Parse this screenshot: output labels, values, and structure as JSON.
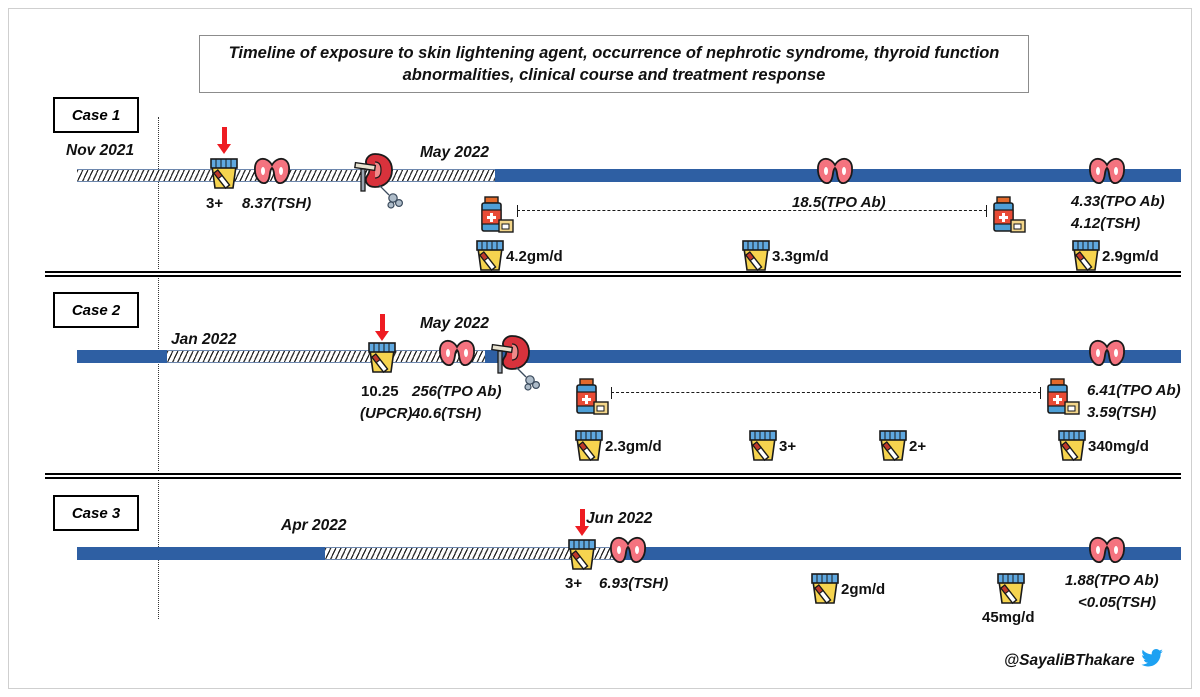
{
  "title": "Timeline of exposure to skin lightening agent, occurrence of nephrotic syndrome, thyroid function abnormalities, clinical course and treatment response",
  "credit": {
    "handle": "@SayaliBThakare",
    "icon": "twitter-bird-icon"
  },
  "colors": {
    "bar_solid": "#2e5fa3",
    "arrow_red": "#ee1c22",
    "thyroid_pink": "#f4737f",
    "kidney_red": "#d8323c",
    "cup_yellow": "#f6d44f",
    "twitter_blue": "#1da1f2"
  },
  "cases": [
    {
      "label": "Case 1",
      "dates": [
        {
          "text": "Nov 2021"
        },
        {
          "text": "May 2022"
        }
      ],
      "markers": [
        {
          "icon": "urine-cup-icon",
          "label": "3+"
        },
        {
          "icon": "thyroid-icon",
          "label": "8.37(TSH)"
        },
        {
          "icon": "kidney-biopsy-icon",
          "label": ""
        },
        {
          "icon": "medicine-bottle-icon",
          "label": ""
        },
        {
          "icon": "urine-cup-icon",
          "label": "4.2gm/d"
        },
        {
          "icon": "thyroid-icon",
          "label": "18.5(TPO Ab)"
        },
        {
          "icon": "urine-cup-icon",
          "label": "3.3gm/d"
        },
        {
          "icon": "medicine-bottle-icon",
          "label": ""
        },
        {
          "icon": "thyroid-icon",
          "label": "4.33(TPO Ab)"
        },
        {
          "icon": "thyroid-icon",
          "label": "4.12(TSH)"
        },
        {
          "icon": "urine-cup-icon",
          "label": "2.9gm/d"
        }
      ]
    },
    {
      "label": "Case 2",
      "dates": [
        {
          "text": "Jan 2022"
        },
        {
          "text": "May 2022"
        }
      ],
      "markers": [
        {
          "icon": "urine-cup-icon",
          "label": "10.25"
        },
        {
          "icon": "urine-cup-icon",
          "label": "(UPCR)"
        },
        {
          "icon": "thyroid-icon",
          "label": "256(TPO Ab)"
        },
        {
          "icon": "thyroid-icon",
          "label": "40.6(TSH)"
        },
        {
          "icon": "kidney-biopsy-icon",
          "label": ""
        },
        {
          "icon": "urine-cup-icon",
          "label": "2.3gm/d"
        },
        {
          "icon": "urine-cup-icon",
          "label": "3+"
        },
        {
          "icon": "urine-cup-icon",
          "label": "2+"
        },
        {
          "icon": "urine-cup-icon",
          "label": "340mg/d"
        },
        {
          "icon": "thyroid-icon",
          "label": "6.41(TPO Ab)"
        },
        {
          "icon": "thyroid-icon",
          "label": "3.59(TSH)"
        }
      ]
    },
    {
      "label": "Case 3",
      "dates": [
        {
          "text": "Apr 2022"
        },
        {
          "text": "Jun 2022"
        }
      ],
      "markers": [
        {
          "icon": "urine-cup-icon",
          "label": "3+"
        },
        {
          "icon": "thyroid-icon",
          "label": "6.93(TSH)"
        },
        {
          "icon": "urine-cup-icon",
          "label": "2gm/d"
        },
        {
          "icon": "urine-cup-icon",
          "label": "45mg/d"
        },
        {
          "icon": "thyroid-icon",
          "label": "1.88(TPO Ab)"
        },
        {
          "icon": "thyroid-icon",
          "label": "<0.05(TSH)"
        }
      ]
    }
  ],
  "case1": {
    "label": "Case 1",
    "date_start": "Nov 2021",
    "date_mid": "May 2022",
    "v_cup1": "3+",
    "v_tsh1": "8.37(TSH)",
    "v_cup2": "4.2gm/d",
    "v_tpo_mid": "18.5(TPO Ab)",
    "v_cup3": "3.3gm/d",
    "v_tpo_end": "4.33(TPO Ab)",
    "v_tsh_end": "4.12(TSH)",
    "v_cup4": "2.9gm/d"
  },
  "case2": {
    "label": "Case 2",
    "date_start": "Jan 2022",
    "date_mid": "May 2022",
    "v_upcr_num": "10.25",
    "v_upcr_unit": "(UPCR)",
    "v_tpo1": "256(TPO Ab)",
    "v_tsh1": "40.6(TSH)",
    "v_cup1": "2.3gm/d",
    "v_cup2": "3+",
    "v_cup3": "2+",
    "v_cup4": "340mg/d",
    "v_tpo_end": "6.41(TPO Ab)",
    "v_tsh_end": "3.59(TSH)"
  },
  "case3": {
    "label": "Case 3",
    "date_start": "Apr 2022",
    "date_mid": "Jun 2022",
    "v_cup1": "3+",
    "v_tsh1": "6.93(TSH)",
    "v_cup2": "2gm/d",
    "v_cup3": "45mg/d",
    "v_tpo_end": "1.88(TPO Ab)",
    "v_tsh_end": "<0.05(TSH)"
  }
}
